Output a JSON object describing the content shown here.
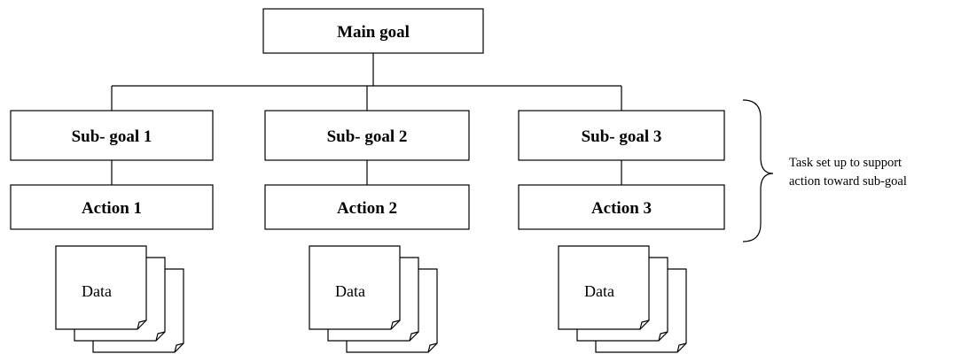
{
  "diagram": {
    "main_goal": "Main goal",
    "sub_goals": [
      "Sub- goal 1",
      "Sub- goal 2",
      "Sub- goal 3"
    ],
    "actions": [
      "Action 1",
      "Action 2",
      "Action 3"
    ],
    "data_label": "Data",
    "brace_note": [
      "Task set up to support",
      "action toward sub-goal"
    ]
  }
}
